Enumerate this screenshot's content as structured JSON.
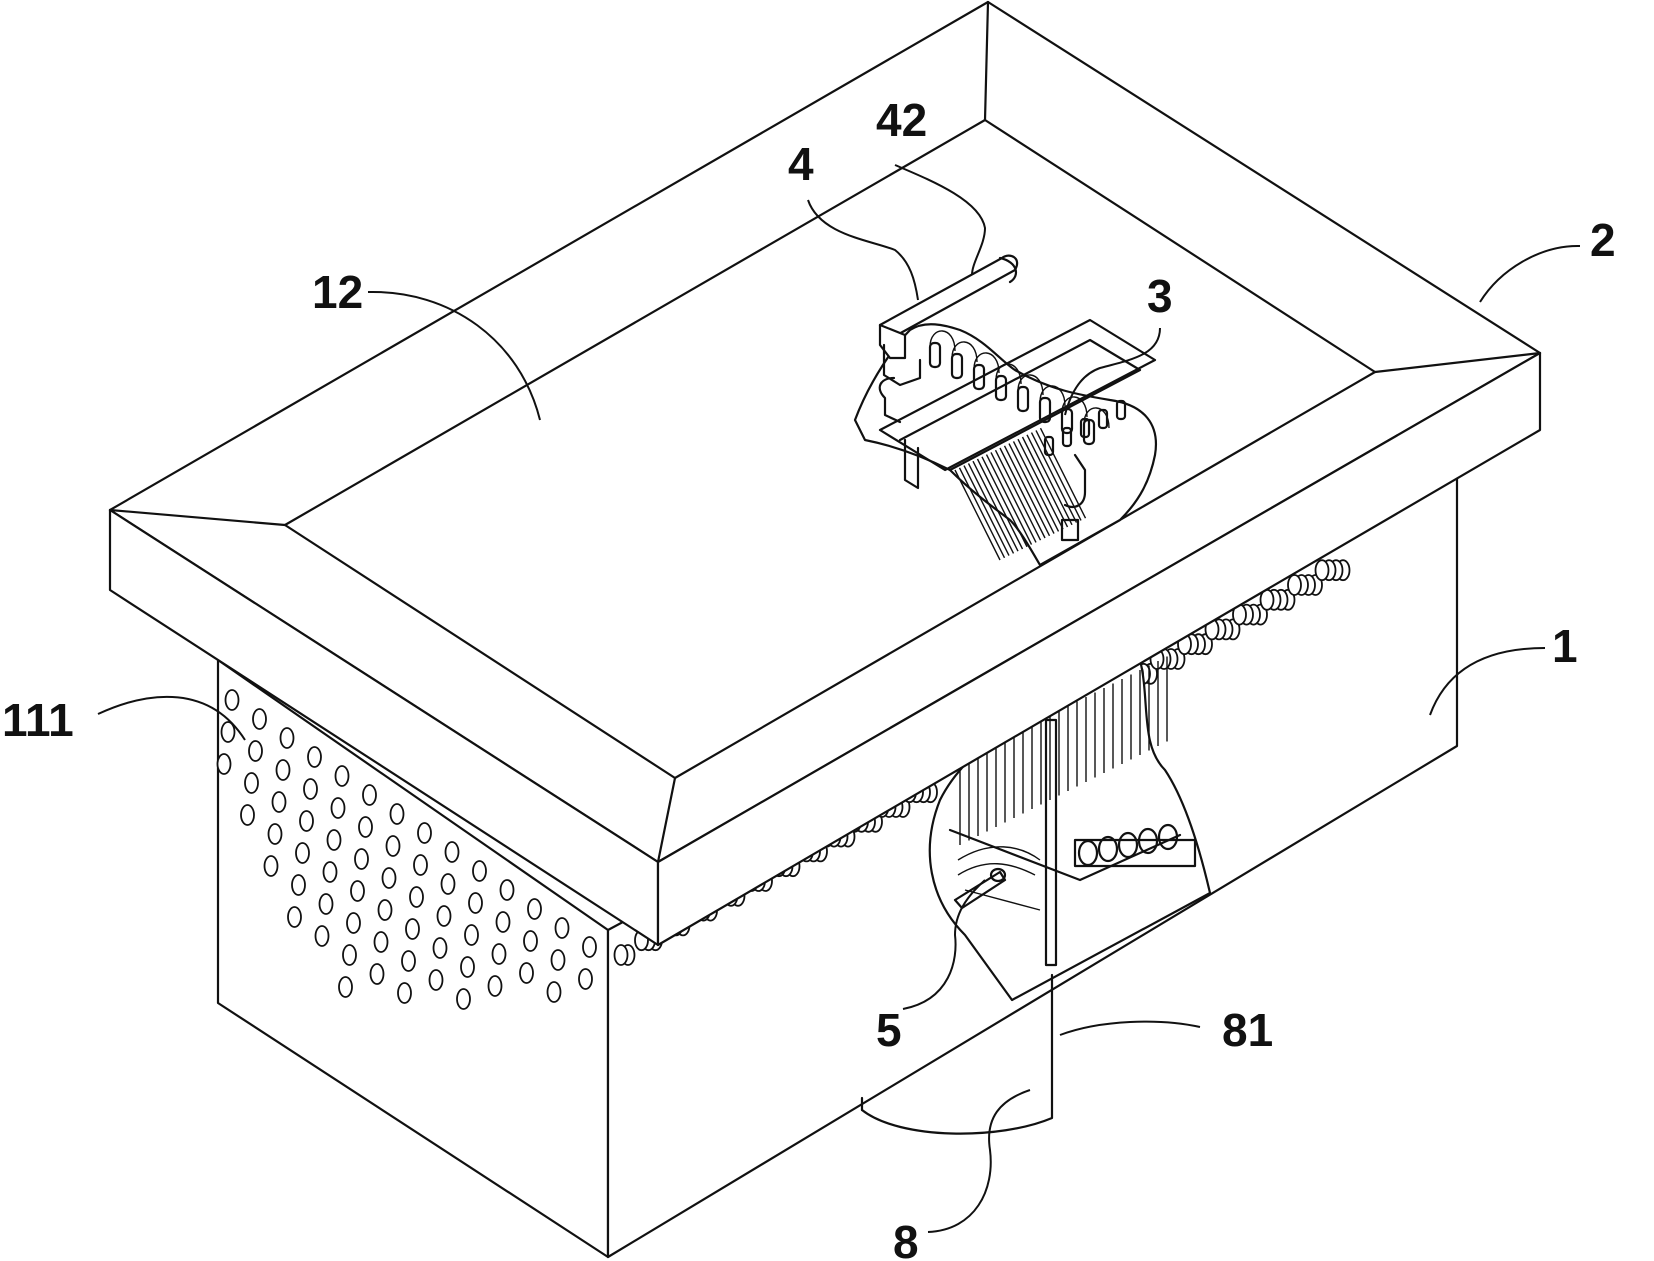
{
  "labels": {
    "l2": "2",
    "l42": "42",
    "l4": "4",
    "l12": "12",
    "l3": "3",
    "l1": "1",
    "l111": "111",
    "l5": "5",
    "l81": "81",
    "l8": "8"
  }
}
